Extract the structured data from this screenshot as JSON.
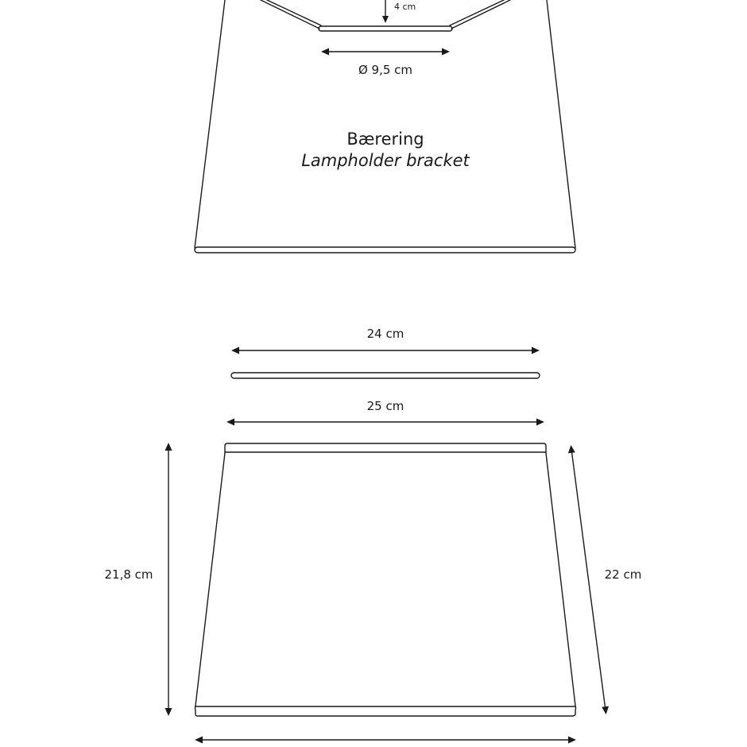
{
  "labels": {
    "title": "Bærering",
    "subtitle": "Lampholder bracket",
    "drop": "4 cm",
    "ring_diameter": "Ø 9,5 cm",
    "top_ring_width": "24 cm",
    "shade_top_width": "25 cm",
    "shade_height": "21,8 cm",
    "shade_slant": "22 cm"
  }
}
